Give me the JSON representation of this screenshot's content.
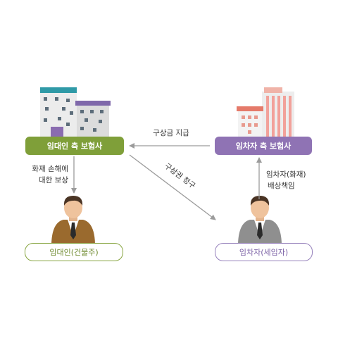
{
  "nodes": {
    "landlord_insurer": "임대인 측 보험사",
    "tenant_insurer": "임차자 측 보험사",
    "landlord": "임대인(건물주)",
    "tenant": "임차자(세입자)"
  },
  "edges": {
    "recourse_payment": "구상금 지급",
    "recourse_claim": "구상권 청구",
    "fire_damage_comp_line1": "화재 손해에",
    "fire_damage_comp_line2": "대한 보상",
    "tenant_liability_line1": "임차자(화재)",
    "tenant_liability_line2": "배상책임"
  },
  "colors": {
    "landlord_green": "#7f9f39",
    "tenant_purple": "#8f73b4",
    "arrow_gray": "#9b9b9b"
  }
}
